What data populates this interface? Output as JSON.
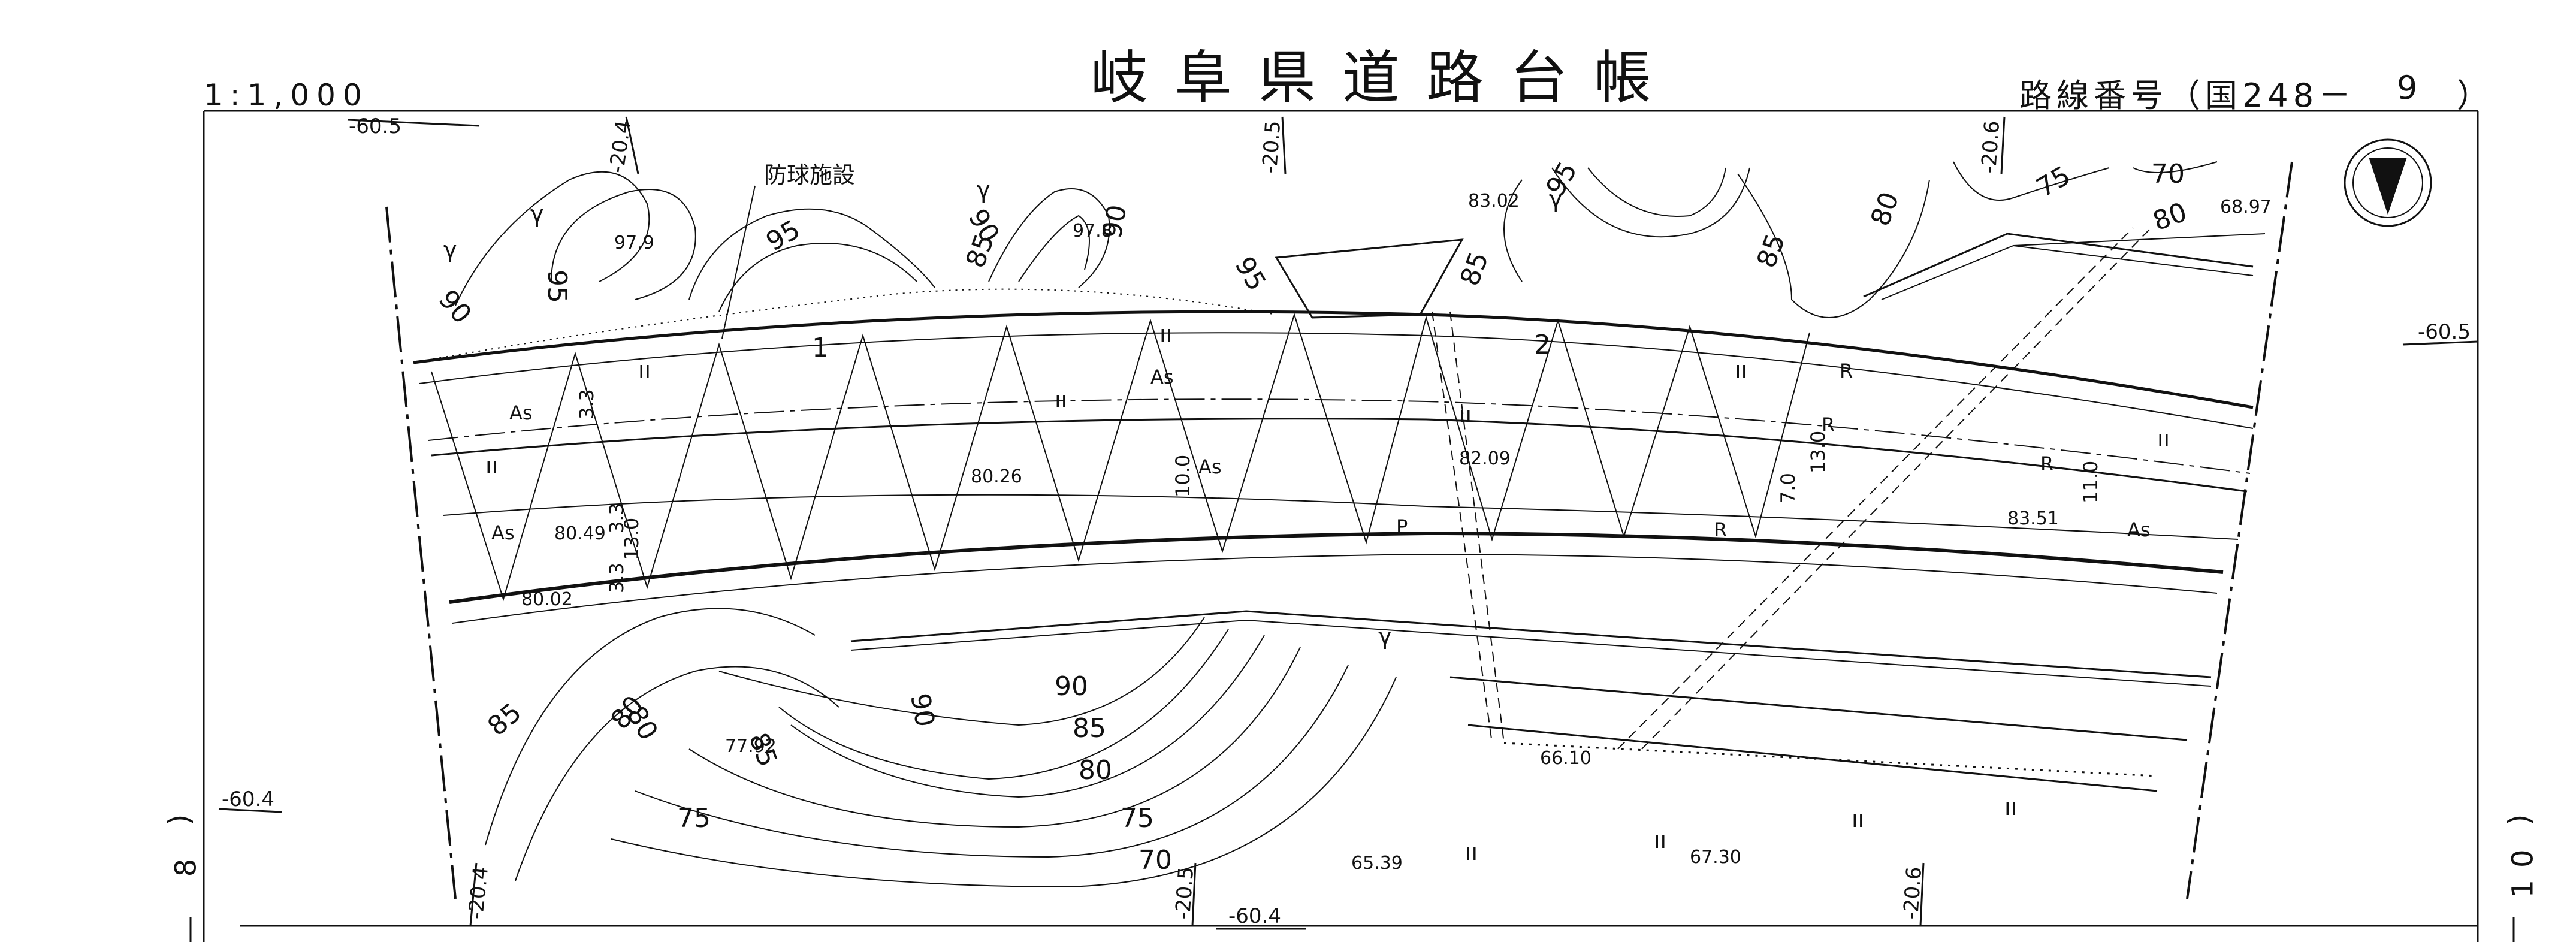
{
  "header": {
    "title": "岐阜県道路台帳",
    "scale": "1:1,000",
    "route_label": "路線番号（国248－",
    "route_number": "9",
    "route_close": "）"
  },
  "edges": {
    "left_sheet": "8",
    "right_sheet": "10",
    "left_paren": ")",
    "right_paren": ")"
  },
  "grid_labels": {
    "top_left_coord": "-60.5",
    "right_coord": "-60.5",
    "left_bottom_coord": "-60.4",
    "bottom_coord": "-60.4",
    "x_204_top": "-20.4",
    "x_205_top": "-20.5",
    "x_206_top": "-20.6",
    "x_204_bottom": "-20.4",
    "x_205_bottom": "-20.5",
    "x_206_bottom": "-20.6"
  },
  "facility_label": "防球施設",
  "contours": [
    "95",
    "90",
    "95",
    "85",
    "90",
    "95",
    "85",
    "80",
    "75",
    "80",
    "85",
    "90",
    "80",
    "85",
    "90",
    "75",
    "70",
    "85",
    "80",
    "75",
    "70",
    "90",
    "95",
    "85",
    "80"
  ],
  "spot_heights": {
    "h1": "97.9",
    "h2": "97.8",
    "h3": "83.02",
    "h4": "68.97",
    "h5": "80.26",
    "h6": "82.09",
    "h7": "83.51",
    "h8": "80.49",
    "h9": "80.02",
    "h10": "77.92",
    "h11": "66.10",
    "h12": "65.39",
    "h13": "67.30"
  },
  "road_labels": {
    "as1": "As",
    "as2": "As",
    "as3": "As",
    "as4": "As",
    "as5": "As",
    "marker1": "1",
    "marker2": "2",
    "r1": "R",
    "r2": "R",
    "r3": "R",
    "r4": "R",
    "p1": "P",
    "width1": "10.0",
    "width2": "7.0",
    "width3": "11.0",
    "width4": "13.0",
    "width5": "3.3",
    "width6": "3.3",
    "width7": "13.0",
    "width8": "3.3"
  },
  "symbols": {
    "vegetation1": "γ",
    "vegetation2": "γ",
    "vegetation3": "γ",
    "vegetation4": "γ",
    "vegetation5": "γ",
    "grass1": "ıı",
    "grass2": "ıı",
    "grass3": "ıı",
    "grass4": "ıı",
    "grass5": "ıı",
    "grass6": "ıı",
    "grass7": "ıı",
    "grass8": "ıı",
    "grass9": "ıı",
    "grass10": "ıı",
    "grass11": "ıı"
  },
  "colors": {
    "ink": "#111111",
    "paper": "#ffffff"
  },
  "icons": {
    "north_arrow": "north-arrow-icon"
  }
}
